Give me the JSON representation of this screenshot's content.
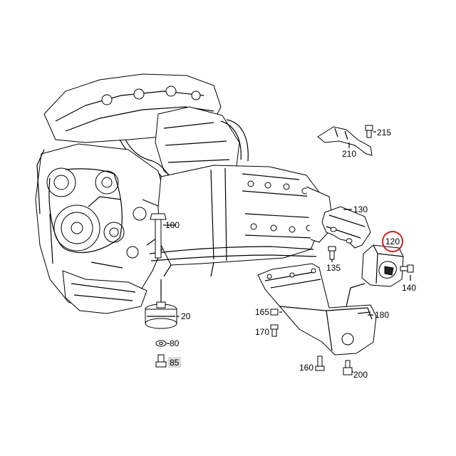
{
  "diagram": {
    "parts": {
      "p20": "20",
      "p80": "80",
      "p85": "85",
      "p100": "100",
      "p120": "120",
      "p130": "130",
      "p135": "135",
      "p140": "140",
      "p160": "160",
      "p165": "165",
      "p170": "170",
      "p180": "180",
      "p200": "200",
      "p210": "210",
      "p215": "215"
    },
    "highlight": {
      "part": "120",
      "color": "#cc2222"
    },
    "colors": {
      "line": "#000000",
      "background": "#ffffff",
      "label_85_bg": "#d9d9d9"
    }
  }
}
